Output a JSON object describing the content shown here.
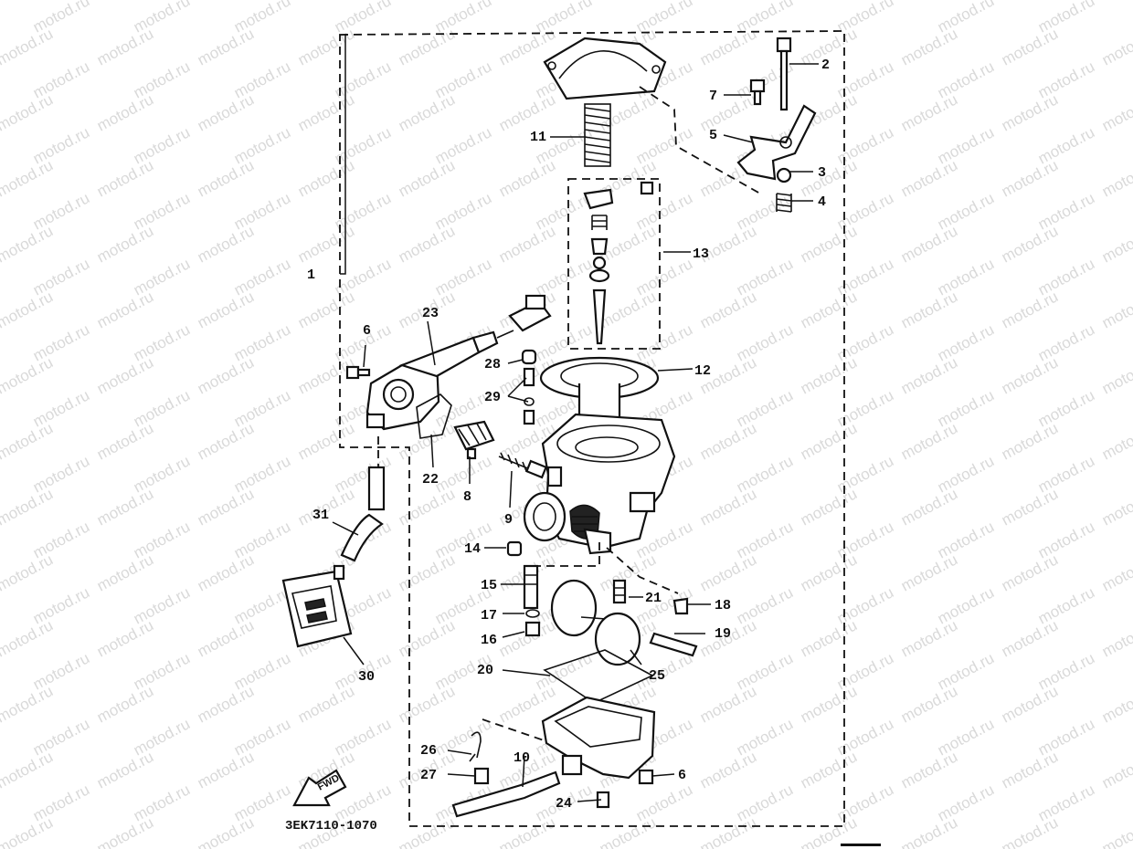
{
  "diagram": {
    "code": "3EK7110-1070",
    "watermark": "motod.ru",
    "fwd_label": "FWD",
    "parts": [
      {
        "id": "p1",
        "num": "1"
      },
      {
        "id": "p2",
        "num": "2"
      },
      {
        "id": "p3",
        "num": "3"
      },
      {
        "id": "p4",
        "num": "4"
      },
      {
        "id": "p5",
        "num": "5"
      },
      {
        "id": "p6a",
        "num": "6"
      },
      {
        "id": "p6b",
        "num": "6"
      },
      {
        "id": "p7",
        "num": "7"
      },
      {
        "id": "p8",
        "num": "8"
      },
      {
        "id": "p9",
        "num": "9"
      },
      {
        "id": "p10",
        "num": "10"
      },
      {
        "id": "p11",
        "num": "11"
      },
      {
        "id": "p12",
        "num": "12"
      },
      {
        "id": "p13",
        "num": "13"
      },
      {
        "id": "p14",
        "num": "14"
      },
      {
        "id": "p15",
        "num": "15"
      },
      {
        "id": "p16",
        "num": "16"
      },
      {
        "id": "p17",
        "num": "17"
      },
      {
        "id": "p18",
        "num": "18"
      },
      {
        "id": "p19",
        "num": "19"
      },
      {
        "id": "p20",
        "num": "20"
      },
      {
        "id": "p21",
        "num": "21"
      },
      {
        "id": "p22",
        "num": "22"
      },
      {
        "id": "p23",
        "num": "23"
      },
      {
        "id": "p24",
        "num": "24"
      },
      {
        "id": "p25",
        "num": "25"
      },
      {
        "id": "p26",
        "num": "26"
      },
      {
        "id": "p27",
        "num": "27"
      },
      {
        "id": "p28",
        "num": "28"
      },
      {
        "id": "p29",
        "num": "29"
      },
      {
        "id": "p30",
        "num": "30"
      },
      {
        "id": "p31",
        "num": "31"
      }
    ]
  }
}
